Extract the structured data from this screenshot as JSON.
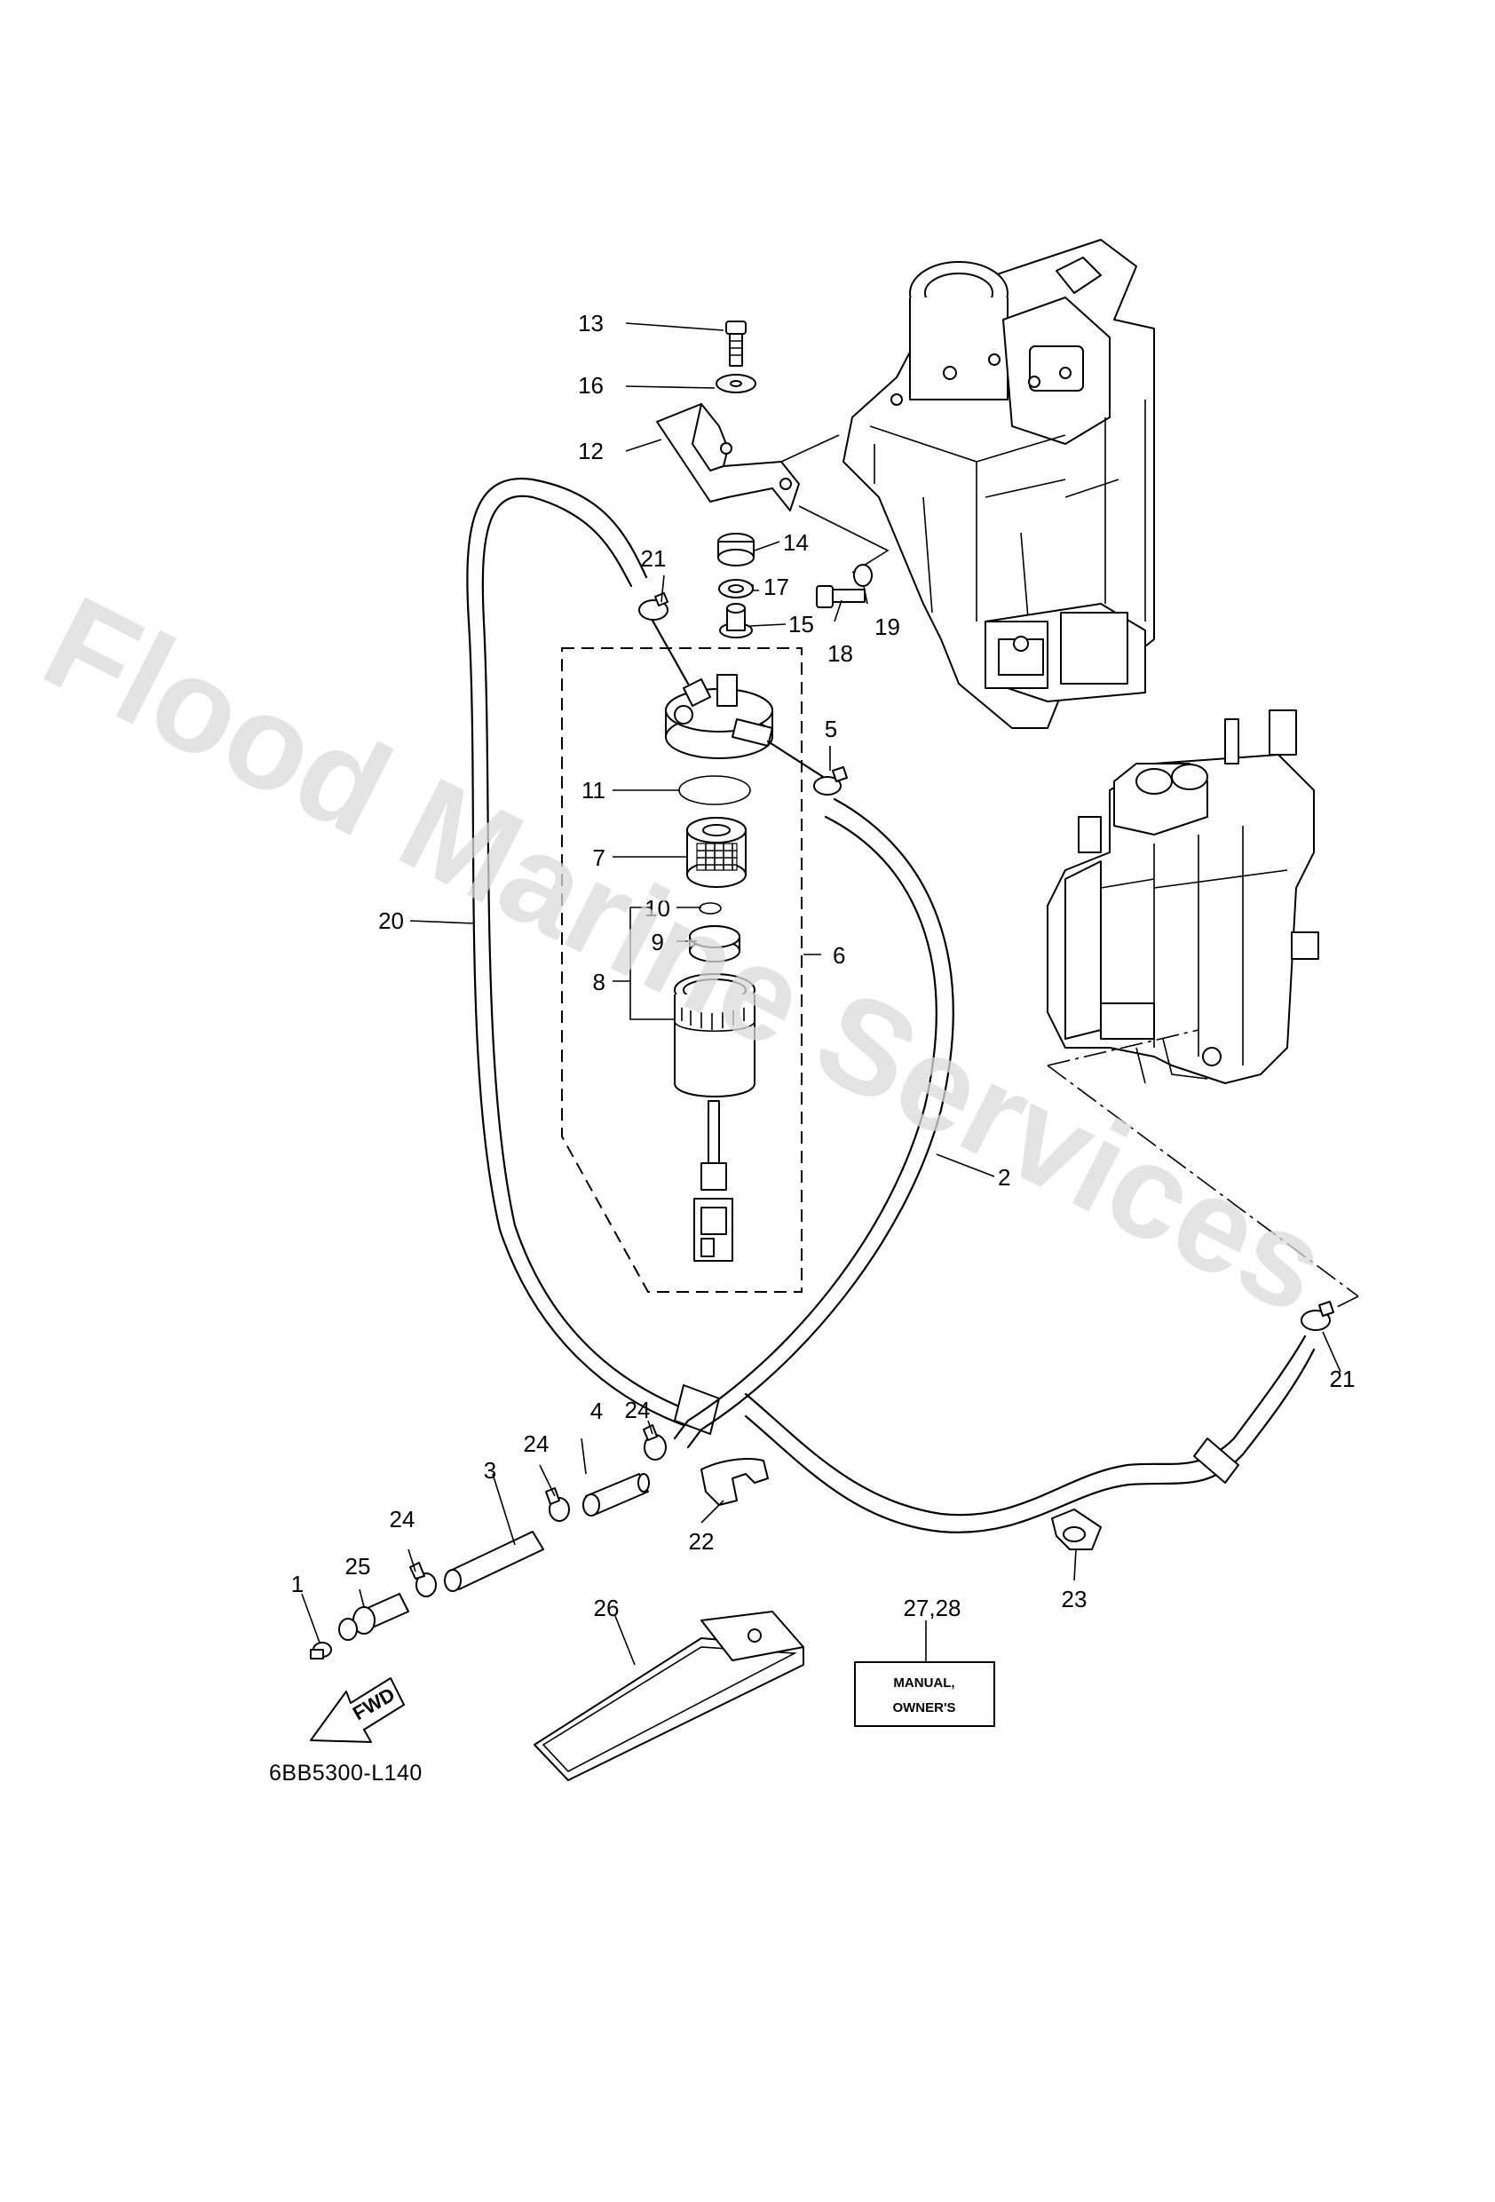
{
  "watermark": "Flood Marine Services",
  "diagram_code": "6BB5300-L140",
  "fwd_label": "FWD",
  "manual_label_line1": "MANUAL,",
  "manual_label_line2": "OWNER'S",
  "callouts": {
    "c1": "1",
    "c2": "2",
    "c3": "3",
    "c4": "4",
    "c5": "5",
    "c6": "6",
    "c7": "7",
    "c8": "8",
    "c9": "9",
    "c10": "10",
    "c11": "11",
    "c12": "12",
    "c13": "13",
    "c14": "14",
    "c15": "15",
    "c16": "16",
    "c17": "17",
    "c18": "18",
    "c19": "19",
    "c20": "20",
    "c21a": "21",
    "c21b": "21",
    "c22": "22",
    "c23": "23",
    "c24a": "24",
    "c24b": "24",
    "c24c": "24",
    "c25": "25",
    "c26": "26",
    "c2728": "27,28"
  }
}
